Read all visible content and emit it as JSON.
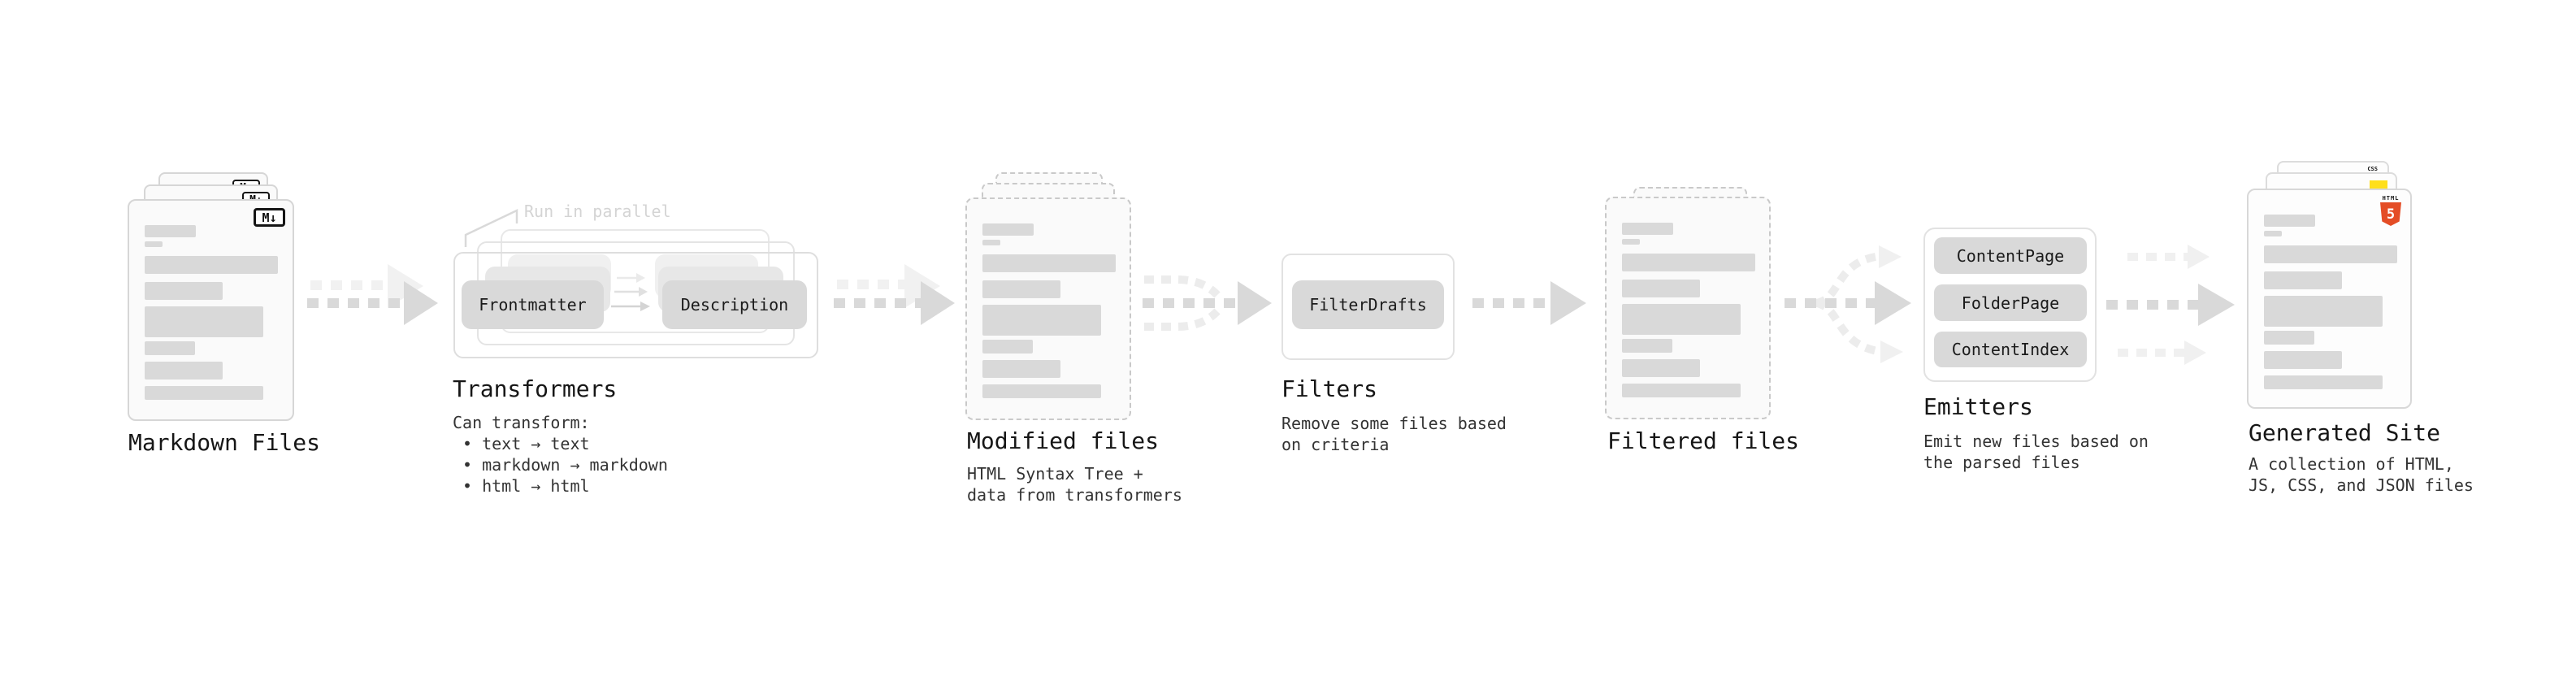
{
  "stages": {
    "markdown": {
      "label": "Markdown Files",
      "badge": "M↓"
    },
    "transformers": {
      "label": "Transformers",
      "annotation": "Run in parallel",
      "input_pill": "Frontmatter",
      "output_pill": "Description",
      "note_title": "Can transform:",
      "bullets": [
        "• text → text",
        "• markdown → markdown",
        "• html → html"
      ]
    },
    "modified": {
      "label": "Modified files",
      "note": "HTML Syntax Tree +\ndata from transformers"
    },
    "filters": {
      "label": "Filters",
      "pill": "FilterDrafts",
      "note": "Remove some files based\non criteria"
    },
    "filtered": {
      "label": "Filtered files"
    },
    "emitters": {
      "label": "Emitters",
      "pills": [
        "ContentPage",
        "FolderPage",
        "ContentIndex"
      ],
      "note": "Emit new files based on\nthe parsed files"
    },
    "generated": {
      "label": "Generated Site",
      "css_badge": "CSS",
      "html_badge_word": "HTML",
      "html_badge_number": "5",
      "note": "A collection of HTML,\nJS, CSS, and JSON files"
    }
  },
  "colors": {
    "html5_orange": "#e44d26",
    "js_yellow": "#ffdf1b",
    "css_blue": "#2f6df6",
    "arrow_main": "#d9d9d9",
    "arrow_ghost": "#f1f1f1",
    "skeleton_gray": "#d9d9d9"
  }
}
